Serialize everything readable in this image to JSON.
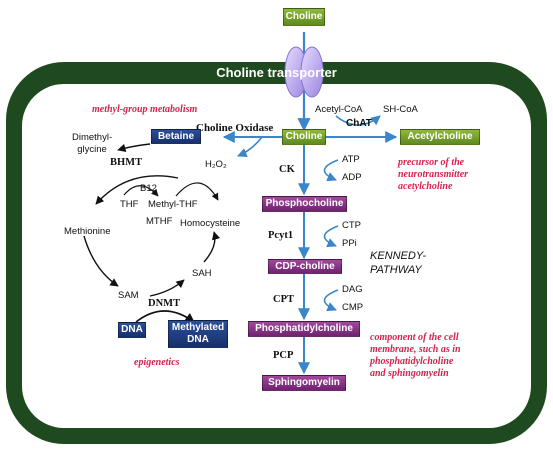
{
  "top_choline": "Choline",
  "transporter": "Choline transporter",
  "methyl_group_metabolism": "methyl-group metabolism",
  "acetyl_coa": "Acetyl-CoA",
  "sh_coa": "SH-CoA",
  "chat": "ChAT",
  "choline_oxidase": "Choline Oxidase",
  "betaine": "Betaine",
  "choline": "Choline",
  "acetylcholine": "Acetylcholine",
  "dimethylglycine": [
    "Dimethyl-",
    "glycine"
  ],
  "bhmt": "BHMT",
  "h2o2": "H₂O₂",
  "precursor_note": [
    "precursor of the",
    "neurotransmitter",
    "acetylcholine"
  ],
  "ck": "CK",
  "atp": "ATP",
  "adp": "ADP",
  "b12": "B12",
  "thf": "THF",
  "methyl_thf": "Methyl-THF",
  "mthf": "MTHF",
  "homocysteine": "Homocysteine",
  "methionine": "Methionine",
  "sah": "SAH",
  "sam": "SAM",
  "dnmt": "DNMT",
  "dna": "DNA",
  "methylated_dna": [
    "Methylated",
    "DNA"
  ],
  "epigenetics": "epigenetics",
  "phosphocholine": "Phosphocholine",
  "pcyt1": "Pcyt1",
  "ctp": "CTP",
  "ppi": "PPi",
  "kennedy": [
    "KENNEDY-",
    "PATHWAY"
  ],
  "cdp_choline": "CDP-choline",
  "cpt": "CPT",
  "dag": "DAG",
  "cmp": "CMP",
  "phosphatidylcholine": "Phosphatidylcholine",
  "component_note": [
    "component of the cell",
    "membrane, such as in",
    "phosphatidylcholine",
    "and sphingomyelin"
  ],
  "pcp": "PCP",
  "sphingomyelin": "Sphingomyelin",
  "colors": {
    "cell_border": "#1f4a1f",
    "green_box": "#6e9a28",
    "blue_box": "#1f3f86",
    "purple_box": "#872d86",
    "arrow": "#3a86c8",
    "note": "#d6224f",
    "transporter": "#b9a6ea"
  }
}
